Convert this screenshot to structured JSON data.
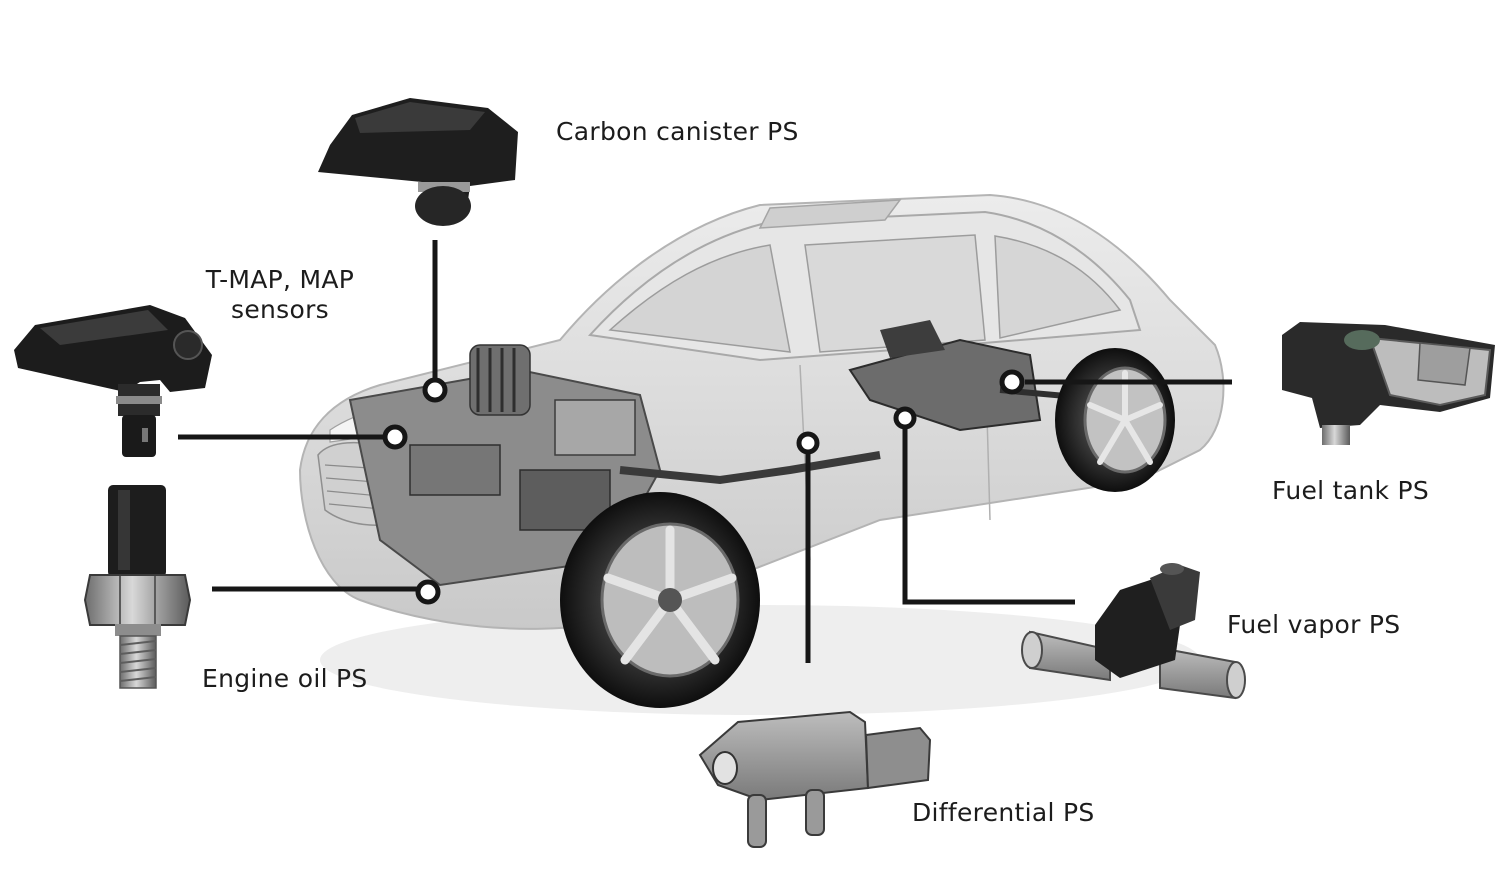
{
  "labels": {
    "carbon_canister": "Carbon canister PS",
    "tmap_line1": "T-MAP, MAP",
    "tmap_line2": "sensors",
    "engine_oil": "Engine oil PS",
    "fuel_tank": "Fuel tank PS",
    "fuel_vapor": "Fuel vapor PS",
    "differential": "Differential PS"
  },
  "colors": {
    "sensor_body": "#1e1e1e",
    "car_body": "#dcdcdc",
    "leader_line": "#161616",
    "background": "#ffffff"
  }
}
